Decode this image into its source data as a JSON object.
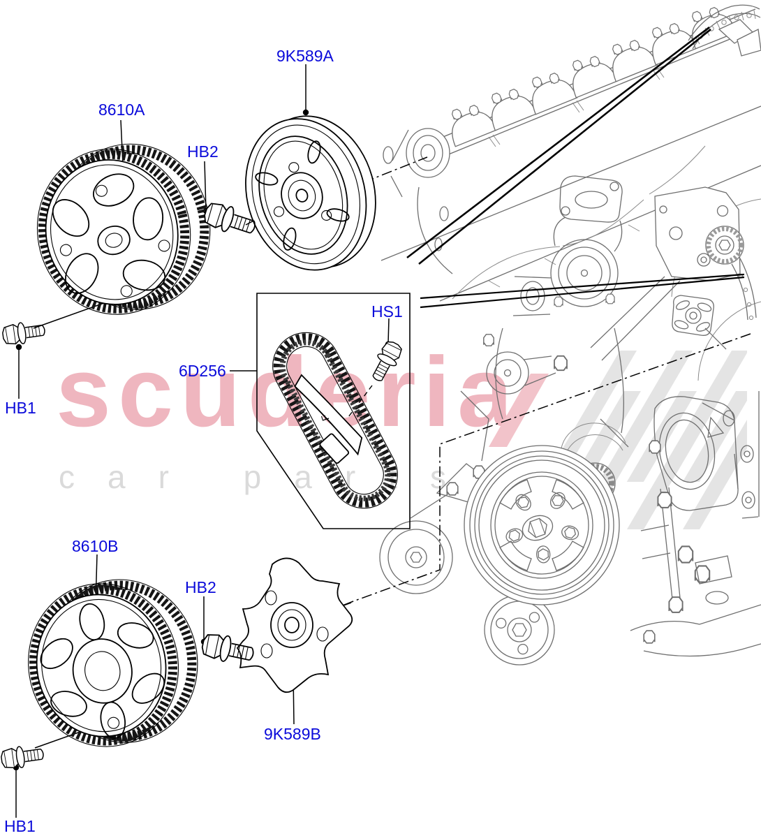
{
  "watermark": {
    "title": "scuderia",
    "subtitle": "car parts",
    "pink": "#efb6bf",
    "gray": "#dadada"
  },
  "diagram": {
    "callouts": [
      {
        "id": "cam-sprocket-upper",
        "label": "8610A"
      },
      {
        "id": "vct-pulley-upper",
        "label": "9K589A"
      },
      {
        "id": "hex-bolt-upper",
        "label": "HB2"
      },
      {
        "id": "washer-bolt-upper",
        "label": "HB1"
      },
      {
        "id": "timing-chain",
        "label": "6D256"
      },
      {
        "id": "tensioner-bolt",
        "label": "HS1"
      },
      {
        "id": "cam-sprocket-lower",
        "label": "8610B"
      },
      {
        "id": "hex-bolt-lower",
        "label": "HB2"
      },
      {
        "id": "trigger-wheel-lower",
        "label": "9K589B"
      },
      {
        "id": "washer-bolt-lower",
        "label": "HB1"
      }
    ],
    "chain_guide_marking": "F",
    "colors": {
      "callout_text": "#0a0ada",
      "part_line": "#000000",
      "engine_line": "#6e6e6e",
      "watermark_pink": "#efb6bf",
      "watermark_gray": "#dadada"
    }
  }
}
